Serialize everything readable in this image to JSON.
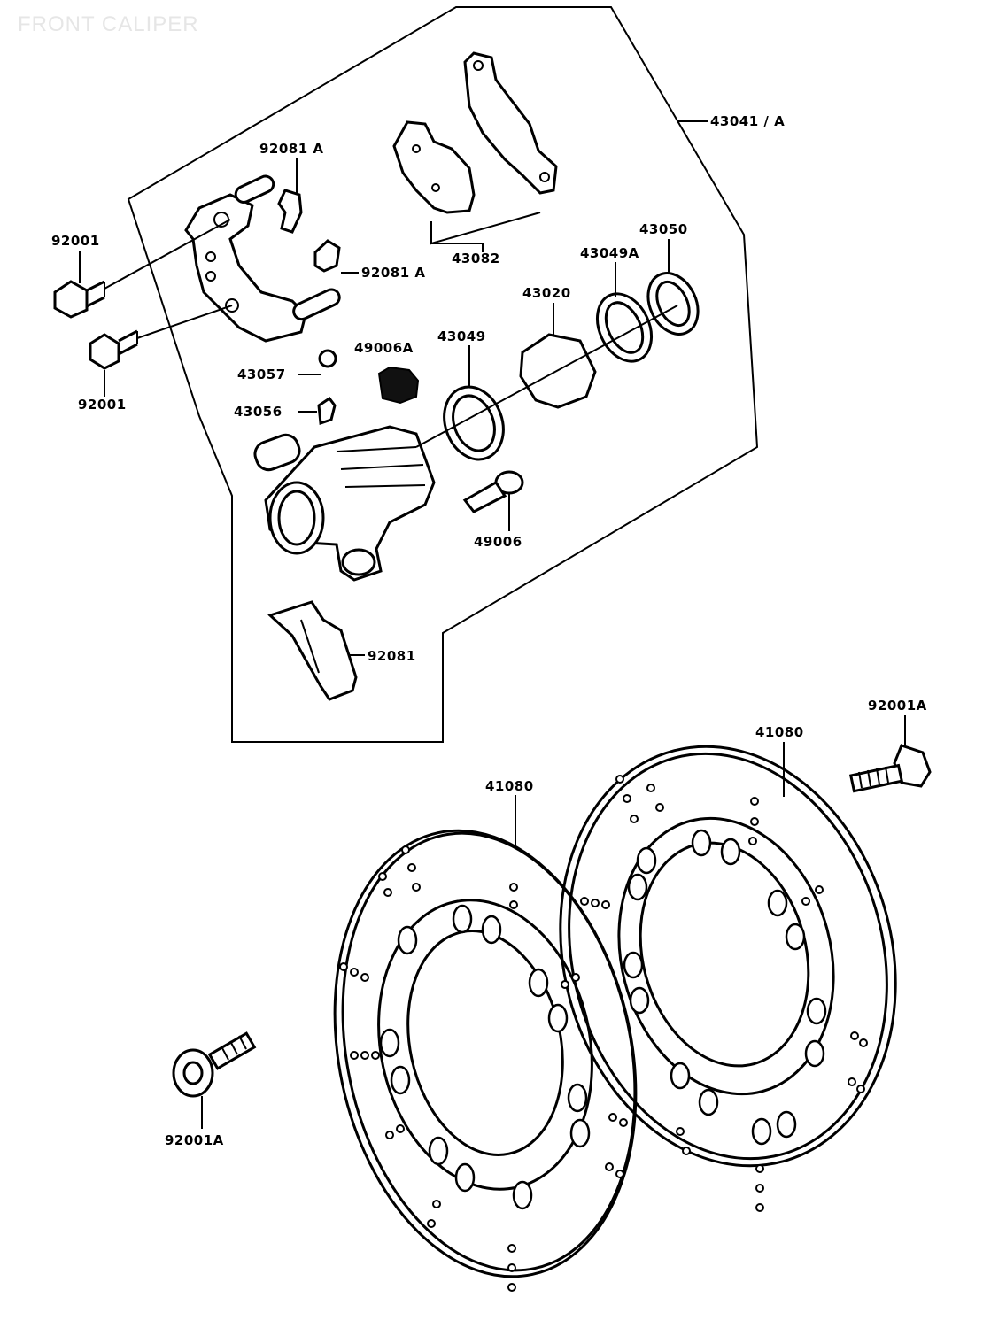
{
  "title": "FRONT CALIPER",
  "colors": {
    "line": "#000000",
    "background": "#ffffff",
    "watermark": "#e6e6e6"
  },
  "labels": {
    "p43041A": "43041 / A",
    "p92081A_top": "92081 A",
    "p92081A_mid": "92081 A",
    "p92001_top": "92001",
    "p92001_bot": "92001",
    "p43082": "43082",
    "p43050": "43050",
    "p43049A": "43049A",
    "p43020": "43020",
    "p43057": "43057",
    "p49006A": "49006A",
    "p43049": "43049",
    "p43056": "43056",
    "p49006": "49006",
    "p92081": "92081",
    "p92001A_right": "92001A",
    "p41080_right": "41080",
    "p41080_left": "41080",
    "p92001A_left": "92001A"
  }
}
